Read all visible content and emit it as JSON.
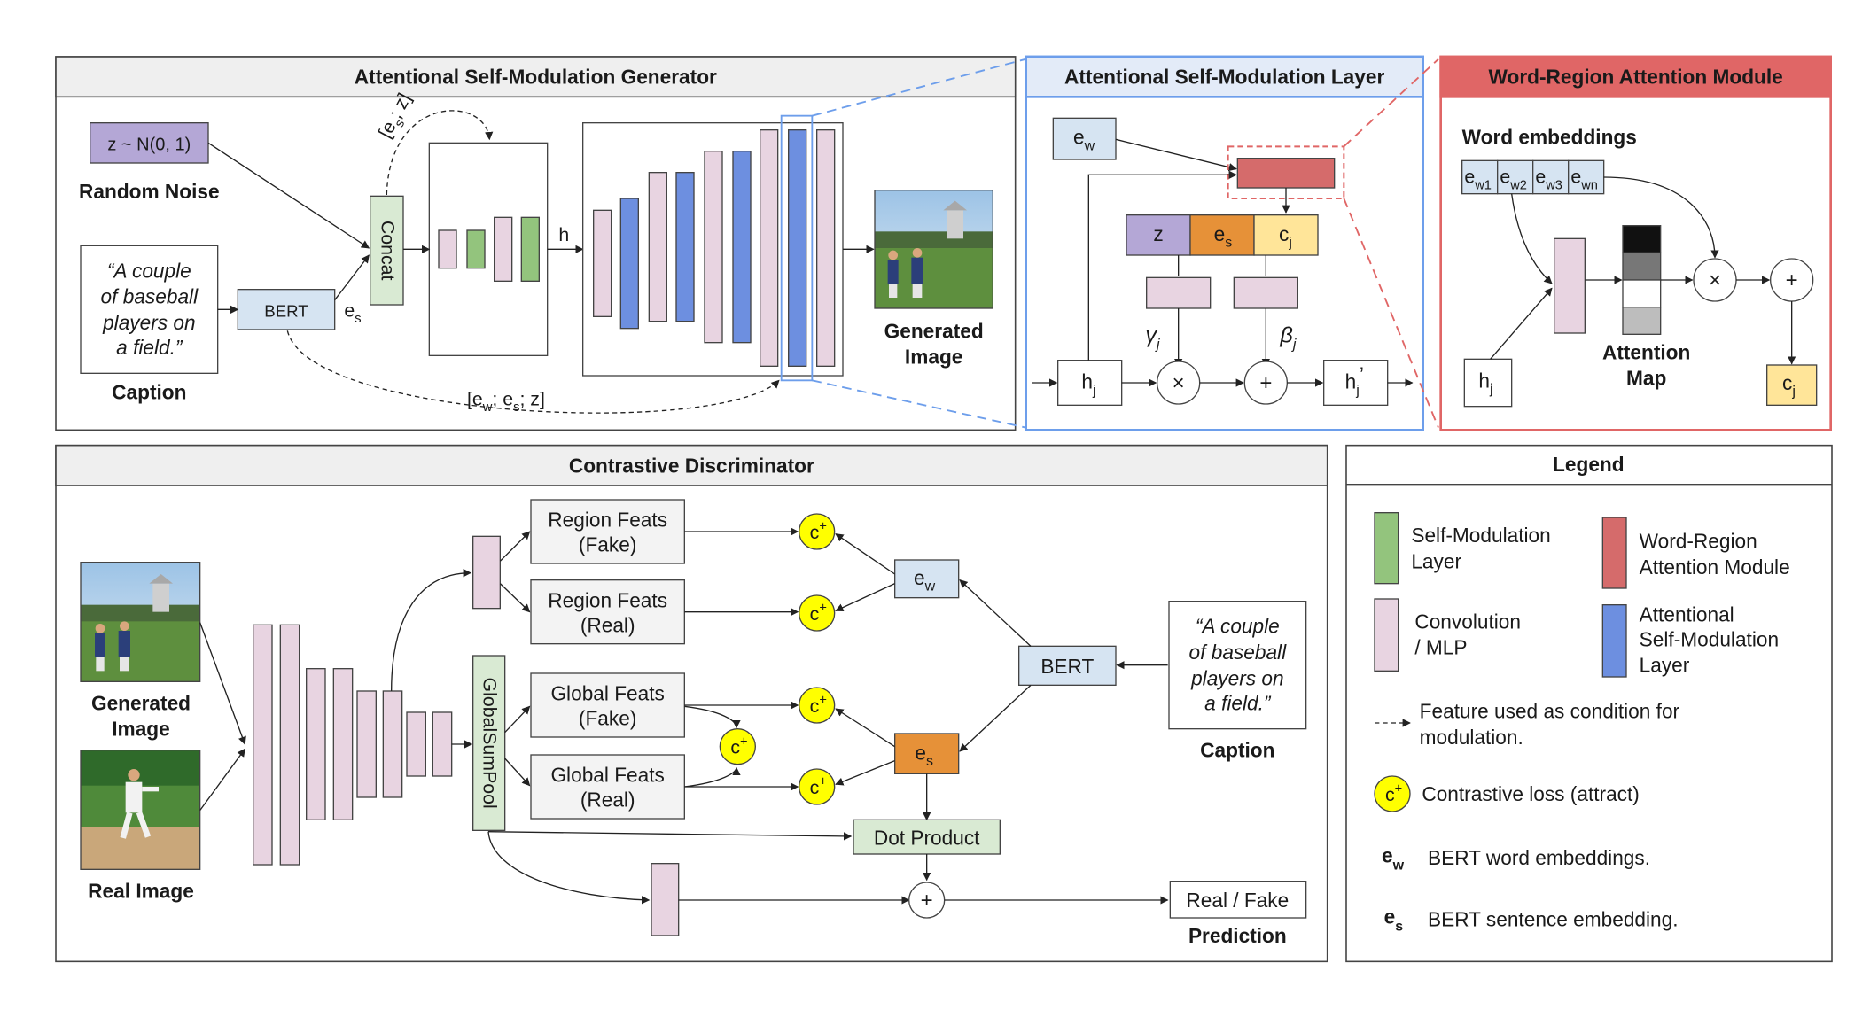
{
  "generator": {
    "title": "Attentional Self-Modulation Generator",
    "noise_label": "z ~ N(0, 1)",
    "noise_caption": "Random Noise",
    "caption_text": [
      "“A couple",
      "of baseball",
      "players on",
      "a field.”"
    ],
    "caption_label": "Caption",
    "bert_label": "BERT",
    "es_label": "e",
    "es_sub": "s",
    "concat_label": "Concat",
    "concat_cond_label": "[e ; z]",
    "h_label": "h",
    "bottom_cond_label": "[e ; e ; z]",
    "generated_label_1": "Generated",
    "generated_label_2": "Image"
  },
  "asm_layer": {
    "title": "Attentional Self-Modulation Layer",
    "ew_label": "e",
    "ew_sub": "w",
    "z_label": "z",
    "es_label": "e",
    "es_sub": "s",
    "cj_label": "c",
    "cj_sub": "j",
    "gamma_label": "γ",
    "beta_label": "β",
    "j_sub": "j",
    "hj_label": "h",
    "hj_prime_label": "h",
    "hj_prime_mark": "’",
    "times": "×",
    "plus": "+"
  },
  "word_region": {
    "title": "Word-Region Attention Module",
    "word_embeddings_label": "Word embeddings",
    "embeddings": [
      {
        "base": "e",
        "sub": "w1"
      },
      {
        "base": "e",
        "sub": "w2"
      },
      {
        "base": "e",
        "sub": "w3"
      },
      {
        "base": "e",
        "sub": "wn"
      }
    ],
    "attention_map_label_1": "Attention",
    "attention_map_label_2": "Map",
    "hj_label": "h",
    "cj_label": "c",
    "j_sub": "j",
    "times": "×",
    "plus": "+",
    "attention_levels": [
      0.0,
      0.35,
      1.0,
      0.65
    ]
  },
  "discriminator": {
    "title": "Contrastive Discriminator",
    "generated_label_1": "Generated",
    "generated_label_2": "Image",
    "real_label": "Real Image",
    "region_fake": [
      "Region Feats",
      "(Fake)"
    ],
    "region_real": [
      "Region Feats",
      "(Real)"
    ],
    "global_fake": [
      "Global Feats",
      "(Fake)"
    ],
    "global_real": [
      "Global Feats",
      "(Real)"
    ],
    "global_sum_pool": "GlobalSumPool",
    "contrastive_symbol": "c",
    "contrastive_sup": "+",
    "ew_label": "e",
    "ew_sub": "w",
    "es_label": "e",
    "es_sub": "s",
    "bert_label": "BERT",
    "caption_text": [
      "“A couple",
      "of baseball",
      "players on",
      "a field.”"
    ],
    "caption_label": "Caption",
    "dot_product": "Dot Product",
    "plus": "+",
    "output": "Real / Fake",
    "prediction_label": "Prediction"
  },
  "legend": {
    "title": "Legend",
    "self_mod": [
      "Self-Modulation",
      "Layer"
    ],
    "word_region": [
      "Word-Region",
      "Attention Module"
    ],
    "conv": [
      "Convolution",
      "/ MLP"
    ],
    "attn_self_mod": [
      "Attentional",
      "Self-Modulation",
      "Layer"
    ],
    "dashed": [
      "Feature used as condition for",
      "modulation."
    ],
    "contrastive": "Contrastive loss (attract)",
    "ew_desc": "BERT word embeddings.",
    "es_desc": "BERT sentence embedding.",
    "ew_label": "e",
    "ew_sub": "w",
    "es_label": "e",
    "es_sub": "s",
    "c_symbol": "c",
    "c_sup": "+"
  },
  "colors": {
    "conv_pink": "#e8d4e1",
    "self_mod_green": "#93c47d",
    "attn_blue": "#6d8fe0",
    "word_region_red": "#d56b6b",
    "bert_blue": "#d6e4f2",
    "noise_purple": "#b4a7d6",
    "concat_green": "#d9ead3",
    "es_orange": "#e69138",
    "cj_yellow": "#ffe599",
    "contrast_yellow": "#ffff00",
    "asm_border": "#6d9eeb",
    "wr_border": "#e06666",
    "title_bg": "#efefef"
  }
}
